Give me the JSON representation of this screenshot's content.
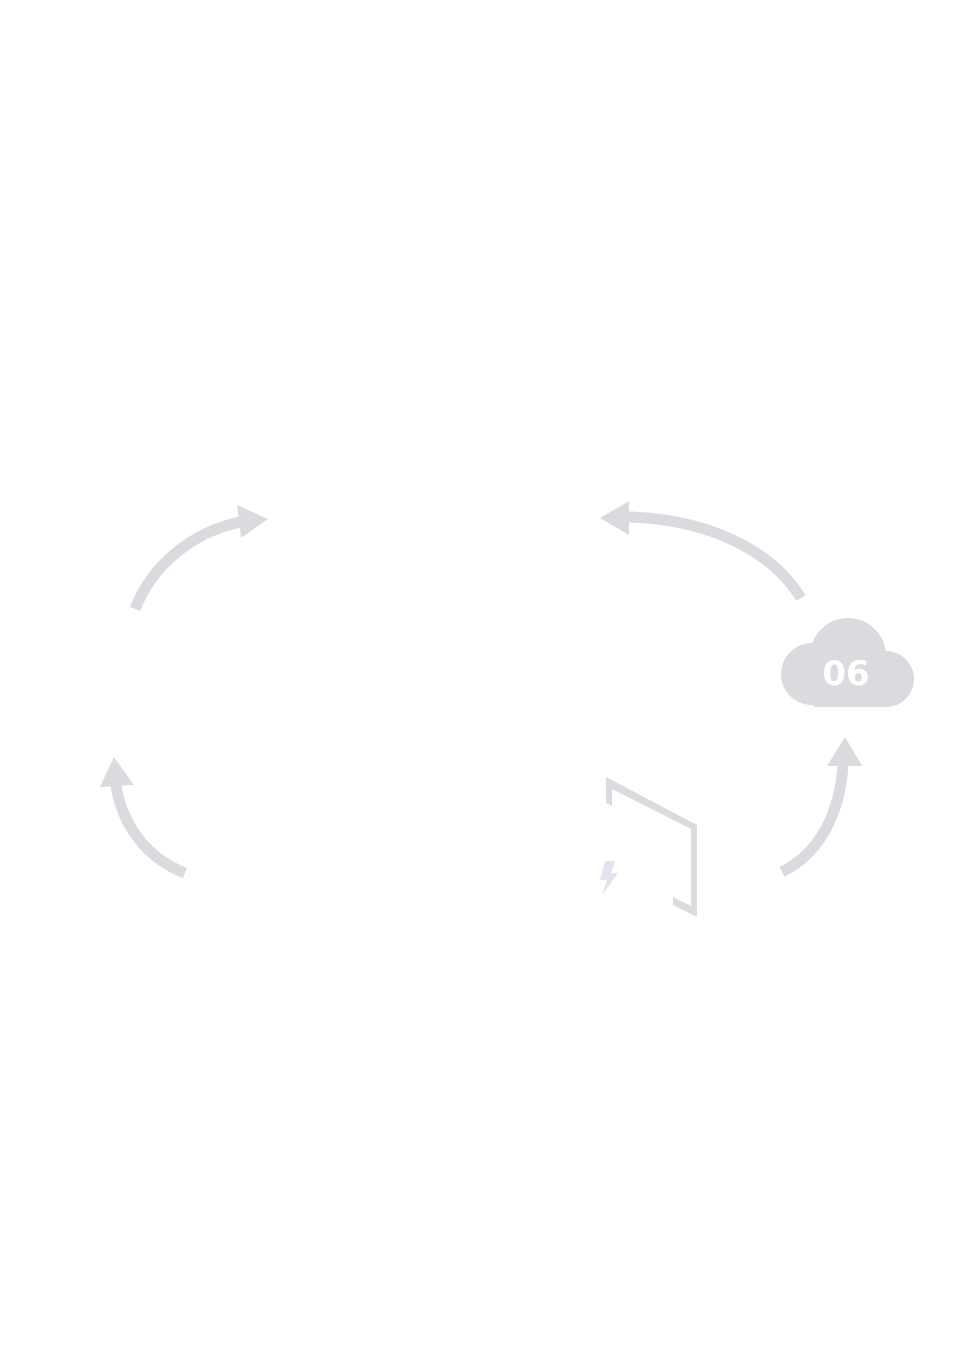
{
  "diagram": {
    "type": "cycle",
    "colors": {
      "arrow": "#dadbde",
      "cloud": "#dadbde",
      "cloud_text": "#ffffff",
      "frame": "#dadbde",
      "bolt": "#e1e4ea",
      "background": "#ffffff"
    },
    "nodes": [
      {
        "id": "step-06",
        "shape": "cloud",
        "label": "06"
      }
    ],
    "arrows": [
      {
        "id": "arrow-top-left",
        "direction": "clockwise",
        "points": "right"
      },
      {
        "id": "arrow-top-right",
        "direction": "counter-clockwise",
        "points": "left"
      },
      {
        "id": "arrow-bottom-left",
        "direction": "upward",
        "points": "up"
      },
      {
        "id": "arrow-bottom-right",
        "direction": "upward",
        "points": "up",
        "target": "step-06"
      }
    ],
    "icons": [
      {
        "name": "lightning-icon"
      },
      {
        "name": "frame-outline"
      }
    ]
  }
}
